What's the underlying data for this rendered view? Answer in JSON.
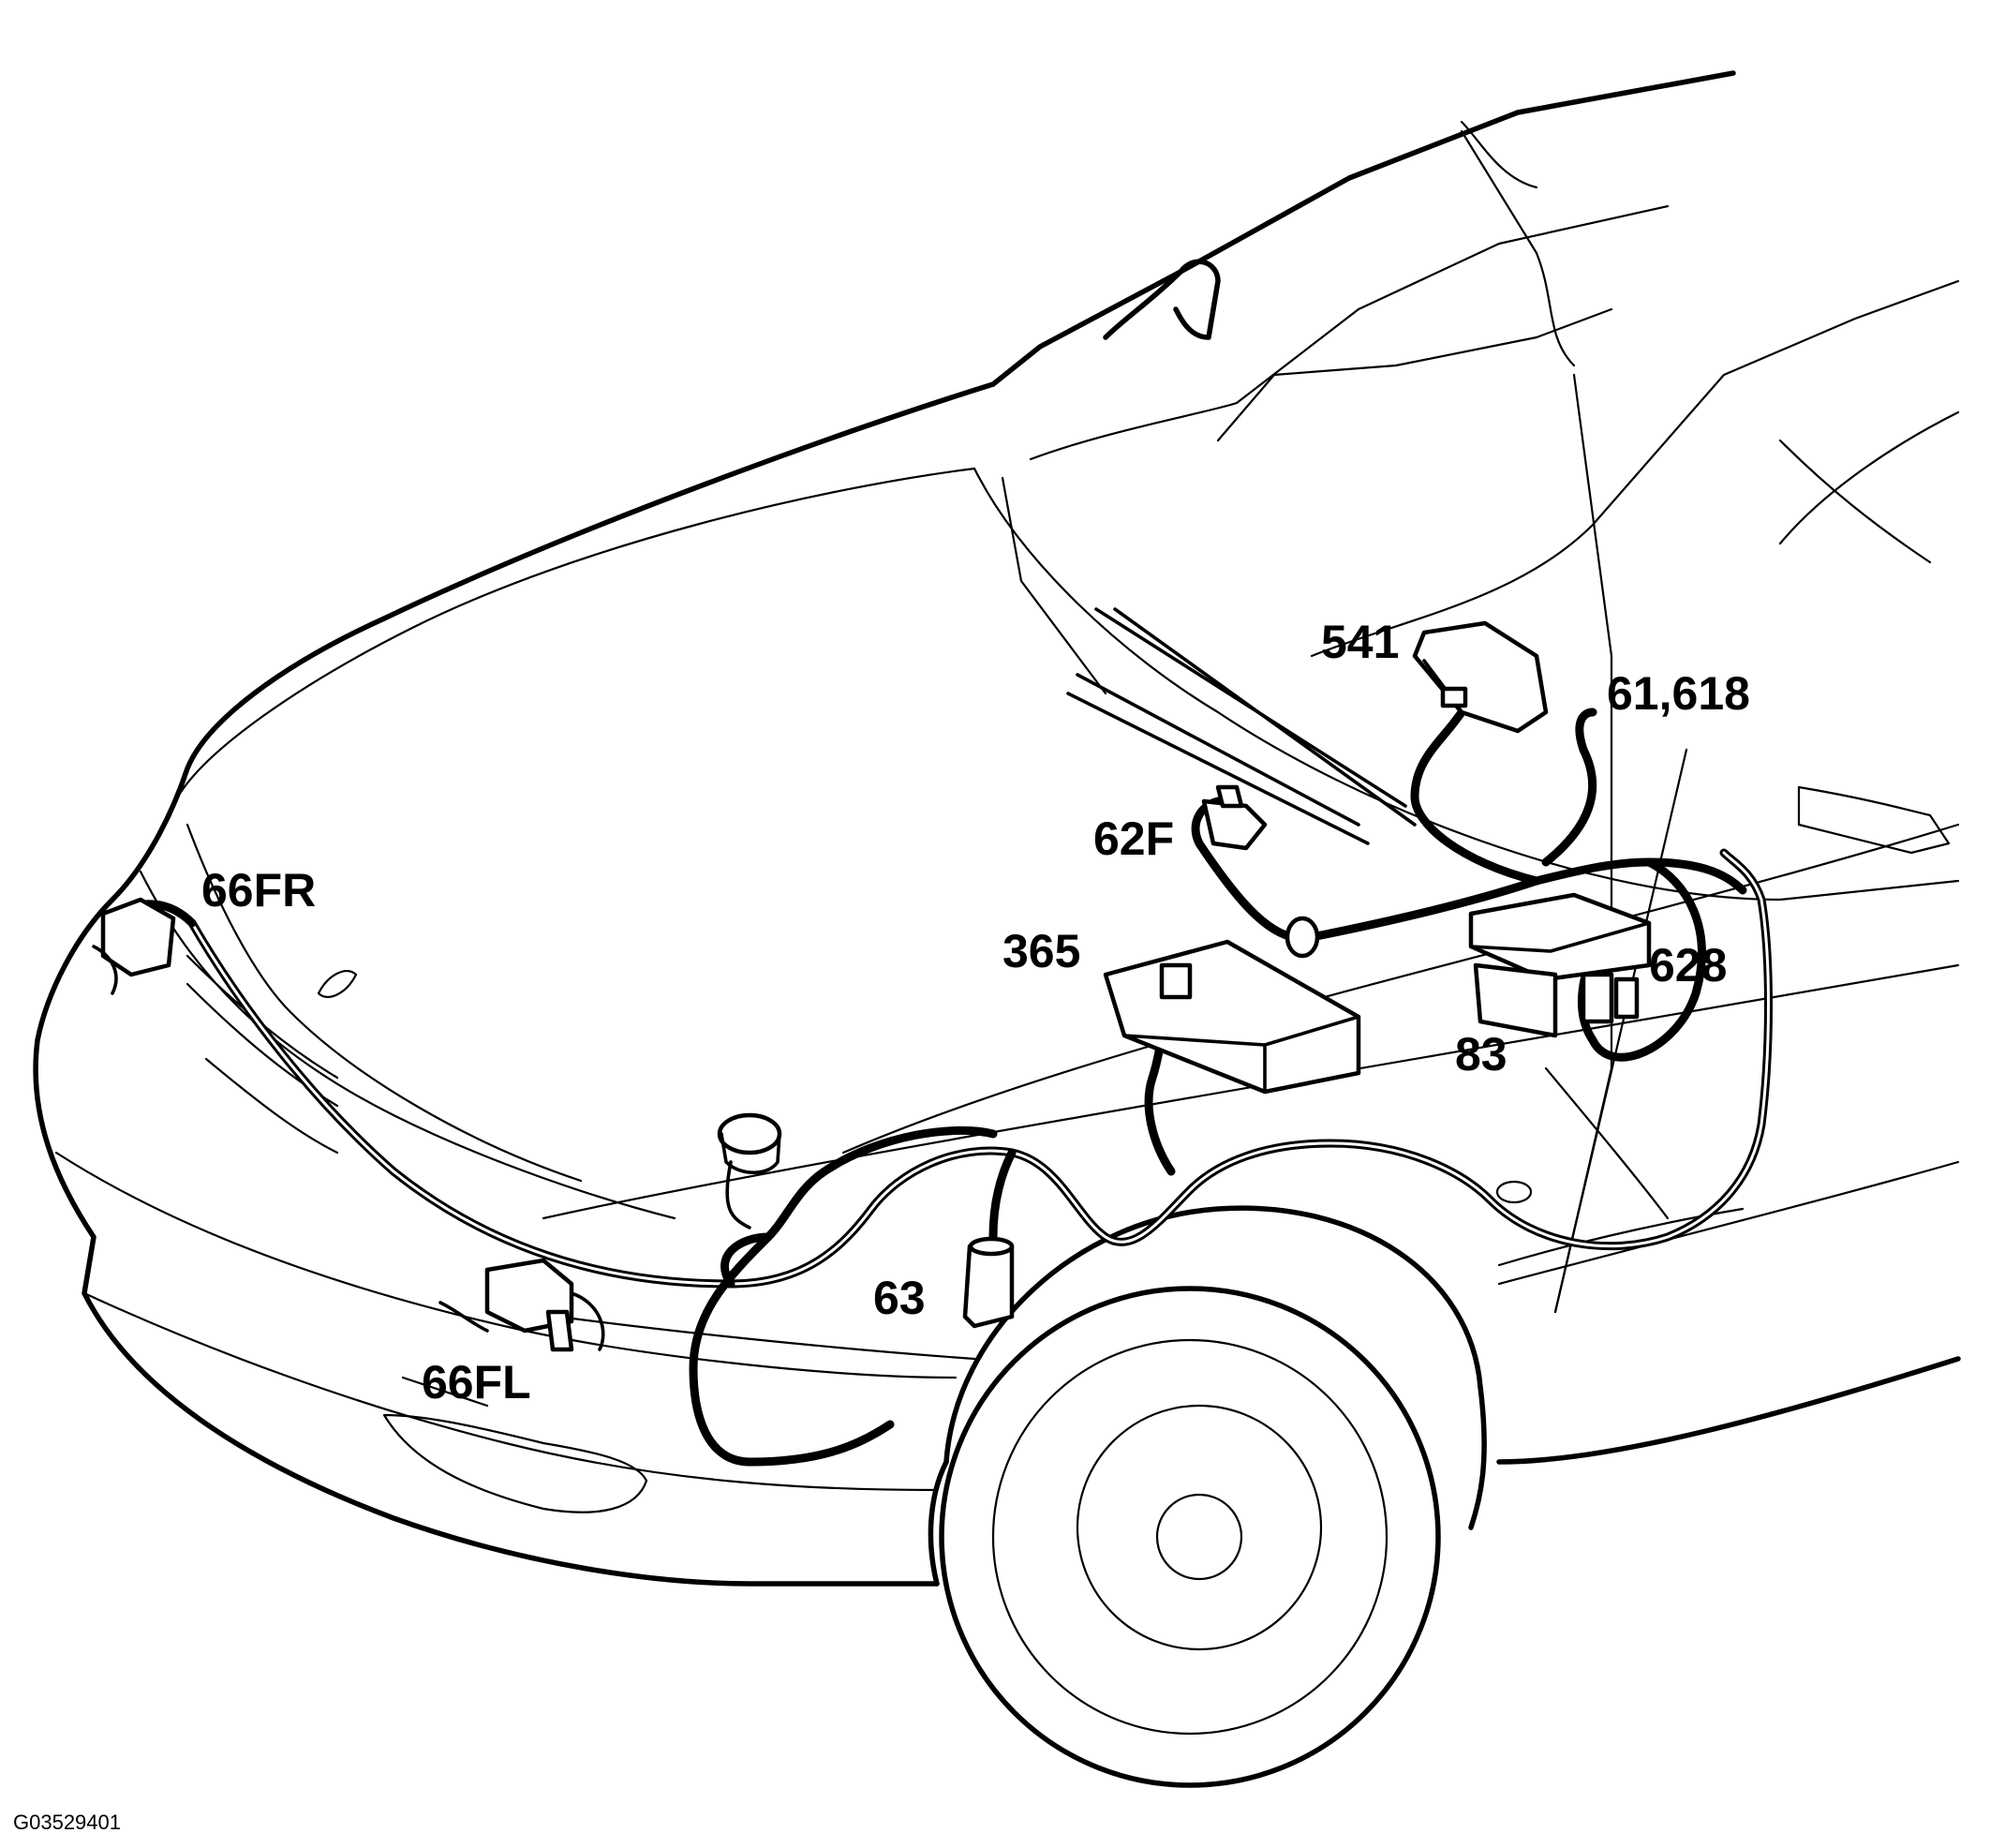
{
  "callouts": {
    "c541": "541",
    "c61_618": "61,618",
    "c62F": "62F",
    "c365": "365",
    "c628": "628",
    "c83": "83",
    "c66FR": "66FR",
    "c63": "63",
    "c66FL": "66FL"
  },
  "figure_id": "G03529401"
}
